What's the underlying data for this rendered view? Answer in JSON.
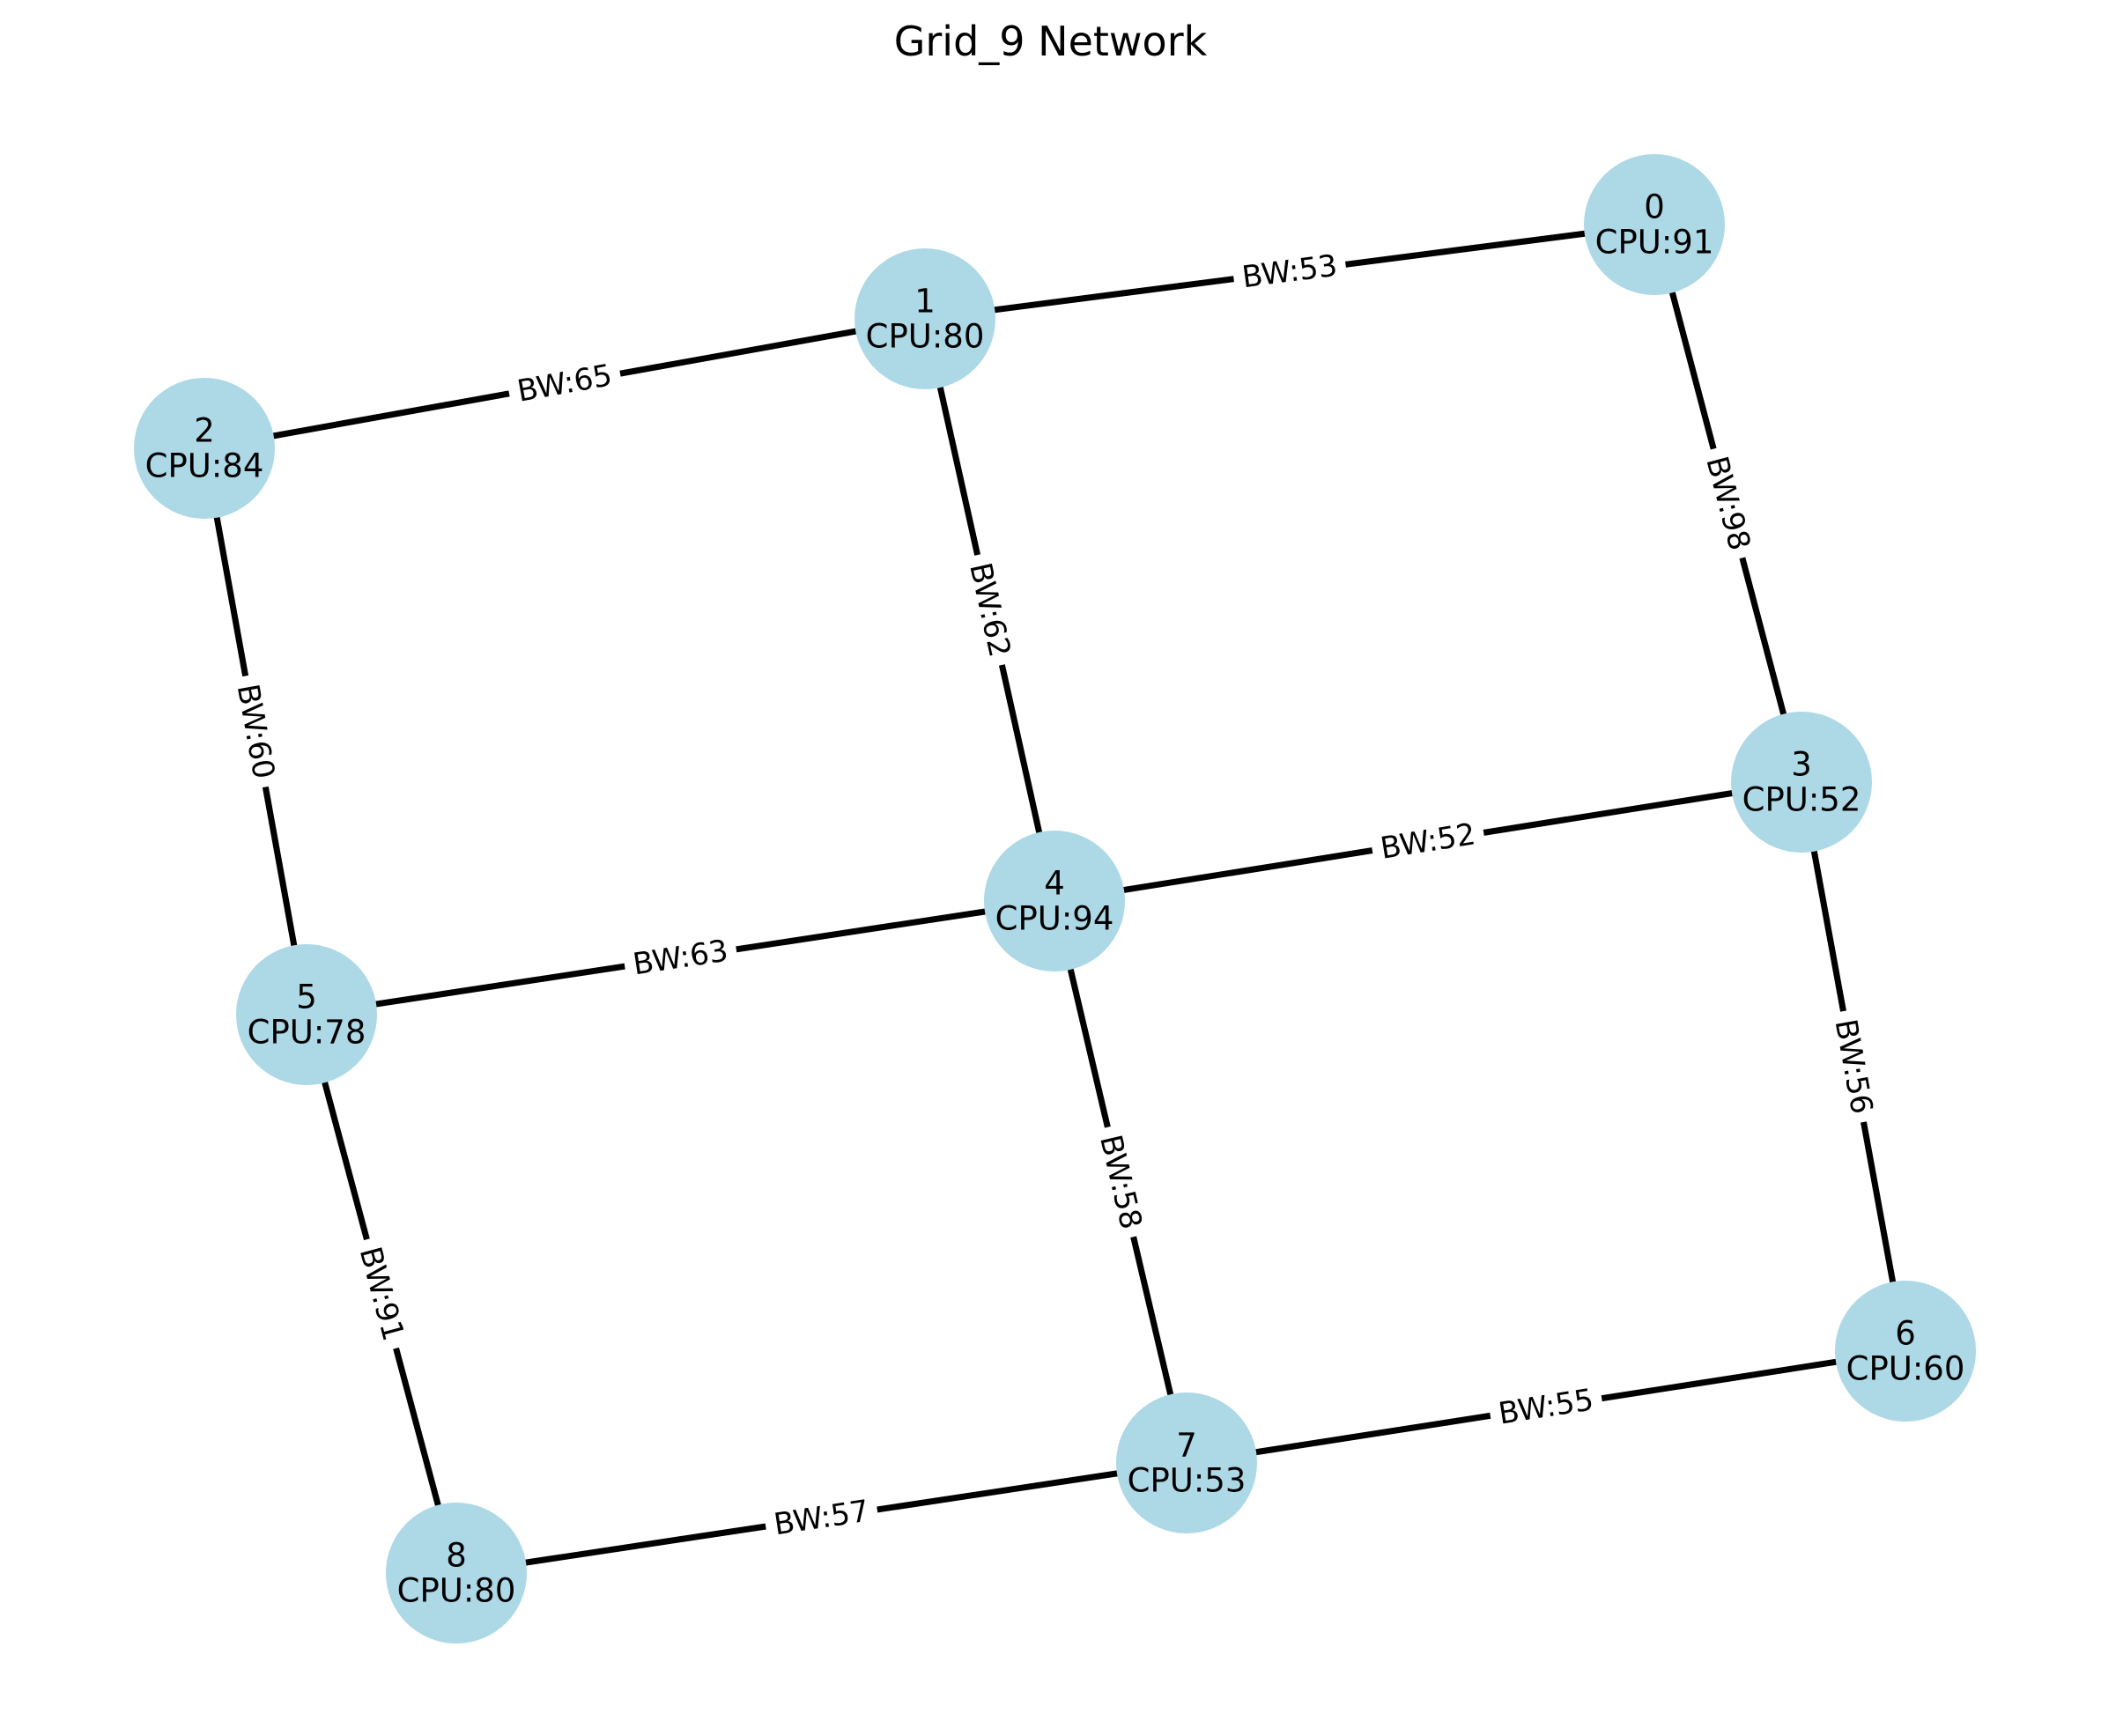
{
  "title": "Grid_9 Network",
  "colors": {
    "node_fill": "#add8e6",
    "edge": "#000000",
    "background": "#ffffff"
  },
  "nodes": [
    {
      "id": "0",
      "cpu_label": "CPU:91"
    },
    {
      "id": "1",
      "cpu_label": "CPU:80"
    },
    {
      "id": "2",
      "cpu_label": "CPU:84"
    },
    {
      "id": "3",
      "cpu_label": "CPU:52"
    },
    {
      "id": "4",
      "cpu_label": "CPU:94"
    },
    {
      "id": "5",
      "cpu_label": "CPU:78"
    },
    {
      "id": "6",
      "cpu_label": "CPU:60"
    },
    {
      "id": "7",
      "cpu_label": "CPU:53"
    },
    {
      "id": "8",
      "cpu_label": "CPU:80"
    }
  ],
  "edges": [
    {
      "source": "1",
      "target": "0",
      "label": "BW:53"
    },
    {
      "source": "0",
      "target": "3",
      "label": "BW:98"
    },
    {
      "source": "2",
      "target": "1",
      "label": "BW:65"
    },
    {
      "source": "1",
      "target": "4",
      "label": "BW:62"
    },
    {
      "source": "2",
      "target": "5",
      "label": "BW:60"
    },
    {
      "source": "4",
      "target": "3",
      "label": "BW:52"
    },
    {
      "source": "3",
      "target": "6",
      "label": "BW:56"
    },
    {
      "source": "5",
      "target": "4",
      "label": "BW:63"
    },
    {
      "source": "4",
      "target": "7",
      "label": "BW:58"
    },
    {
      "source": "5",
      "target": "8",
      "label": "BW:91"
    },
    {
      "source": "7",
      "target": "6",
      "label": "BW:55"
    },
    {
      "source": "8",
      "target": "7",
      "label": "BW:57"
    }
  ]
}
